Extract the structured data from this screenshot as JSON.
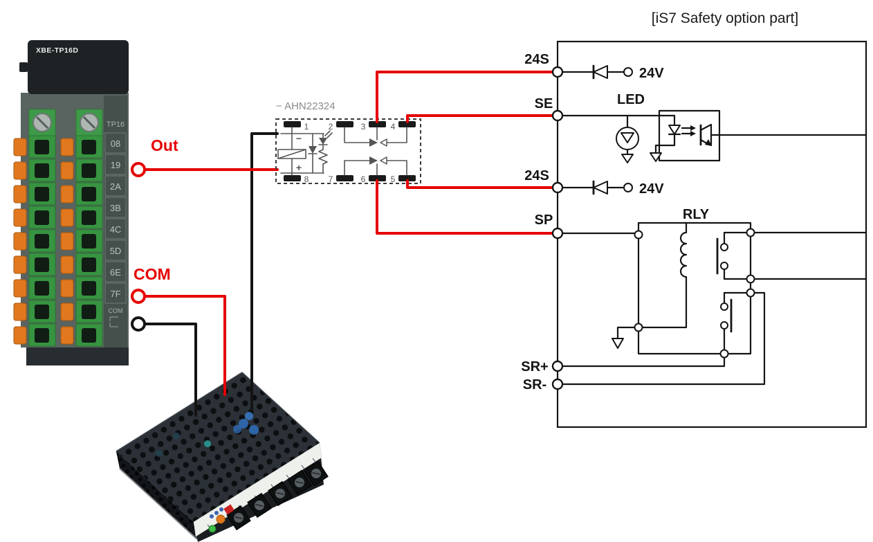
{
  "title": "[iS7 Safety option part]",
  "plc": {
    "model": "XBE-TP16D",
    "strip_title": "TP16",
    "rows": [
      "08",
      "19",
      "2A",
      "3B",
      "4C",
      "5D",
      "6E",
      "7F"
    ],
    "com_label": "COM"
  },
  "wiring": {
    "out_label": "Out",
    "com_label": "COM"
  },
  "relay_module": {
    "name": "− AHN22324",
    "pins_top": [
      "1",
      "2",
      "3",
      "4"
    ],
    "pins_bottom": [
      "8",
      "7",
      "6",
      "5"
    ],
    "coil_minus": "−",
    "coil_plus": "+"
  },
  "safety": {
    "terminals": [
      "24S",
      "SE",
      "24S",
      "SP",
      "SR+",
      "SR-"
    ],
    "v24": "24V",
    "led_label": "LED",
    "rly_label": "RLY"
  },
  "colors": {
    "wire_red": "#e60000",
    "line_black": "#141414"
  }
}
